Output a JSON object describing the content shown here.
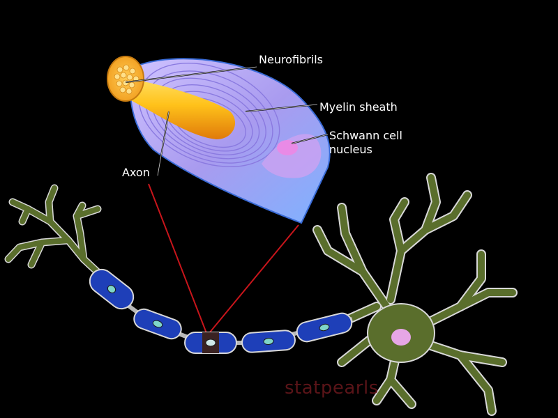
{
  "labels": {
    "neurofibrils": "Neurofibrils",
    "myelin_sheath": "Myelin sheath",
    "schwann_line1": "Schwann cell",
    "schwann_line2": "nucleus",
    "axon": "Axon"
  },
  "watermark": "statpearls",
  "colors": {
    "background": "#000000",
    "neuron_green": "#5a6e2c",
    "schwann_blue": "#1e3fb8",
    "axon_orange": "#f5a623",
    "myelin_lavender": "#b9a9f0",
    "nucleus_pink": "#e08ae6",
    "zoom_lines": "#c8151b",
    "watermark": "#5a1418"
  }
}
